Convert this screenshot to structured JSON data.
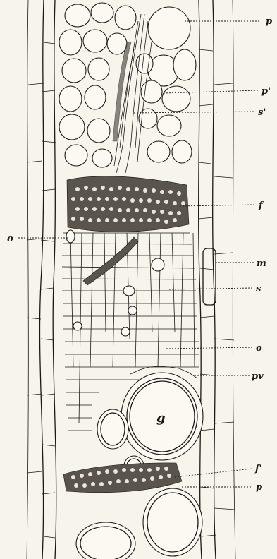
{
  "figure": {
    "background": "#f7f4ec",
    "ink": "#1a1814",
    "labels_right": [
      {
        "id": "p-top",
        "text": "p"
      },
      {
        "id": "p-prime",
        "text": "p'"
      },
      {
        "id": "s-prime",
        "text": "s'"
      },
      {
        "id": "f",
        "text": "f"
      },
      {
        "id": "m",
        "text": "m"
      },
      {
        "id": "s",
        "text": "s"
      },
      {
        "id": "o-right",
        "text": "o"
      },
      {
        "id": "pv",
        "text": "pv"
      },
      {
        "id": "f-prime",
        "text": "f'"
      },
      {
        "id": "p-bottom",
        "text": "p"
      }
    ],
    "labels_left": [
      {
        "id": "o-left",
        "text": "o"
      }
    ],
    "labels_inner": [
      {
        "id": "g",
        "text": "g"
      }
    ]
  }
}
